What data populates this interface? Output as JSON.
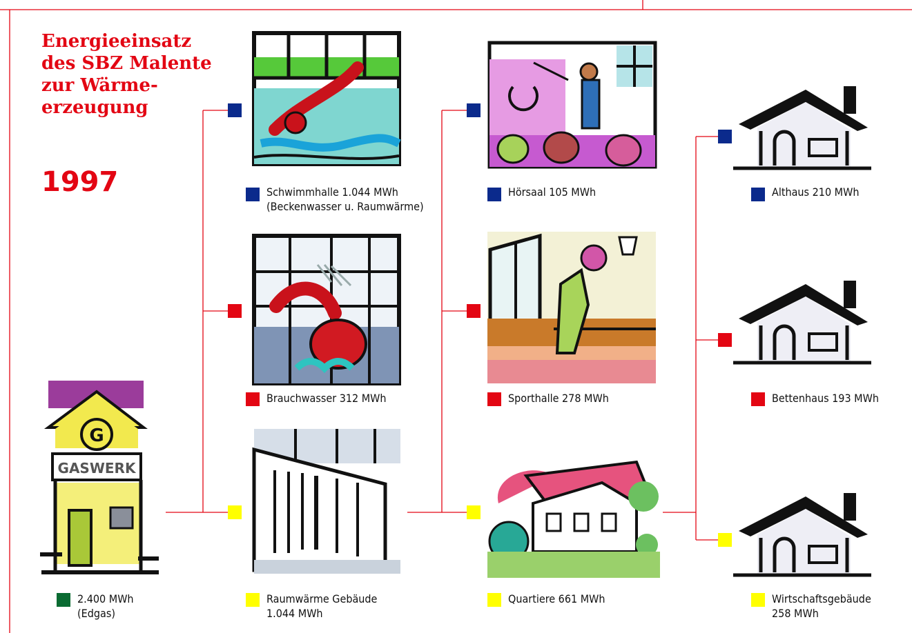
{
  "title": "Energieeinsatz\ndes SBZ Malente\nzur Wärme-\nerzeugung",
  "year": "1997",
  "colors": {
    "line": "#e30613",
    "blue": "#0b2a8c",
    "red": "#e30613",
    "yellow": "#ffff00",
    "green": "#0a6b32"
  },
  "nodes": {
    "gaswerk": {
      "label": "2.400 MWh\n(Edgas)",
      "marker": "green",
      "sign_letter": "G",
      "sign_text": "GASWERK"
    },
    "schwimmhalle": {
      "label": "Schwimmhalle 1.044 MWh\n(Beckenwasser u. Raumwärme)",
      "marker": "blue"
    },
    "brauchwasser": {
      "label": "Brauchwasser 312 MWh",
      "marker": "red"
    },
    "raumwaerme": {
      "label": "Raumwärme Gebäude\n1.044 MWh",
      "marker": "yellow"
    },
    "hoersaal": {
      "label": "Hörsaal 105 MWh",
      "marker": "blue"
    },
    "sporthalle": {
      "label": "Sporthalle 278 MWh",
      "marker": "red"
    },
    "quartiere": {
      "label": "Quartiere 661 MWh",
      "marker": "yellow"
    },
    "althaus": {
      "label": "Althaus 210 MWh",
      "marker": "blue"
    },
    "bettenhaus": {
      "label": "Bettenhaus 193 MWh",
      "marker": "red"
    },
    "wirtschaftsgebaeude": {
      "label": "Wirtschaftsgebäude\n258 MWh",
      "marker": "yellow"
    }
  }
}
